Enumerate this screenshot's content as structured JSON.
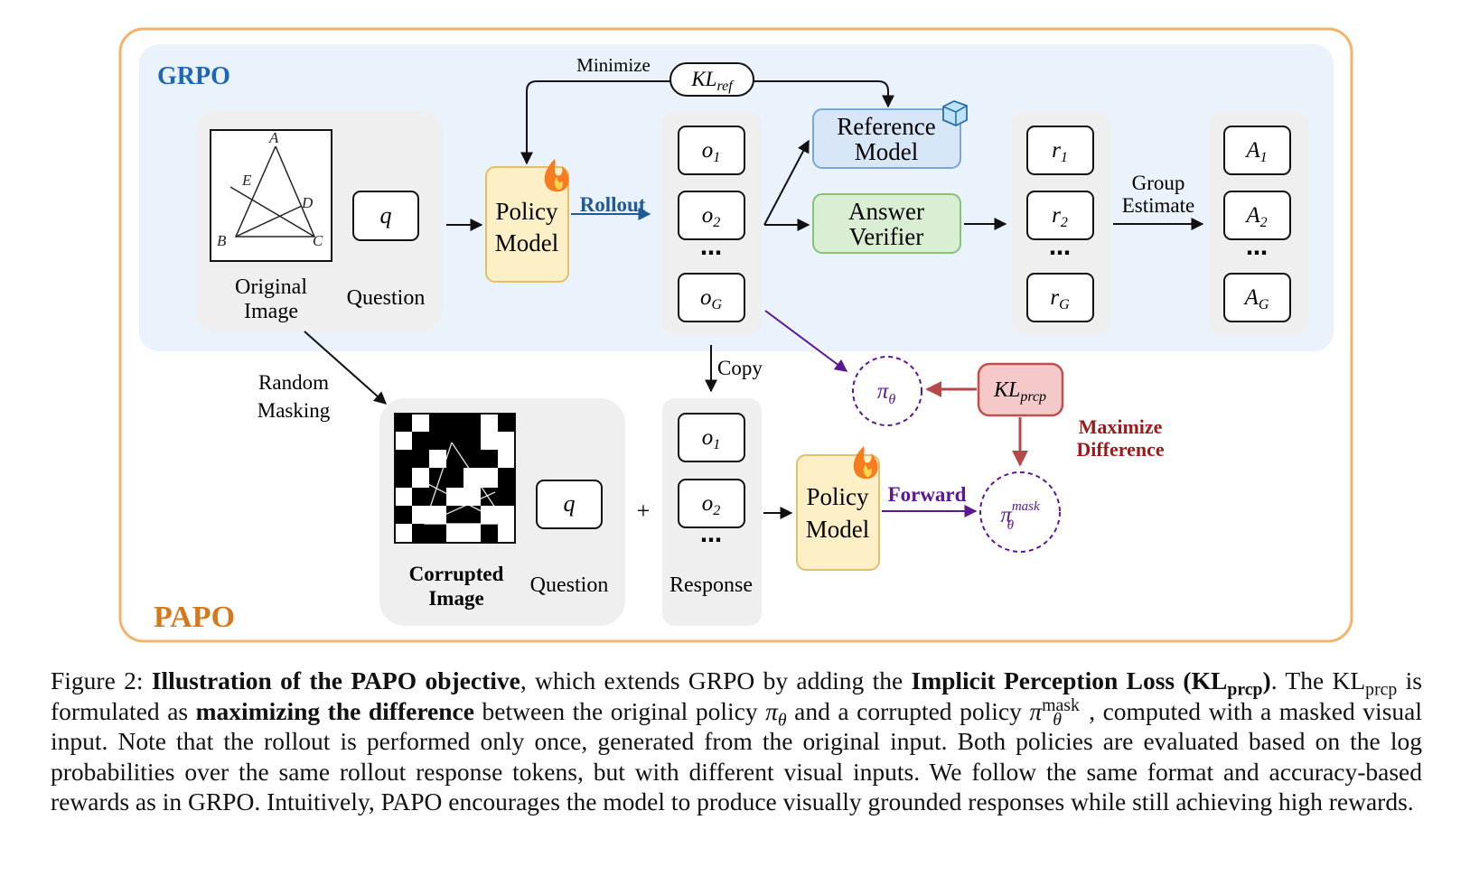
{
  "diagram": {
    "grpo_label": "GRPO",
    "papo_label": "PAPO",
    "minimize_label": "Minimize",
    "kl_ref": {
      "base": "KL",
      "sub": "ref"
    },
    "original_image_label": [
      "Original",
      "Image"
    ],
    "geometry_points": [
      "A",
      "E",
      "D",
      "B",
      "C"
    ],
    "question_label": "Question",
    "q_symbol": "q",
    "policy_model_label": [
      "Policy",
      "Model"
    ],
    "rollout_label": "Rollout",
    "outputs": [
      "o1",
      "o2",
      "oG"
    ],
    "ellipsis": "⋯",
    "reference_model_label": [
      "Reference",
      "Model"
    ],
    "answer_verifier_label": [
      "Answer",
      "Verifier"
    ],
    "rewards": [
      "r1",
      "r2",
      "rG"
    ],
    "group_estimate_label": [
      "Group",
      "Estimate"
    ],
    "advantages": [
      "A1",
      "A2",
      "AG"
    ],
    "random_masking_label": [
      "Random",
      "Masking"
    ],
    "copy_label": "Copy",
    "pi_theta": "π_θ",
    "kl_prcp": {
      "base": "KL",
      "sub": "prcp"
    },
    "maximize_difference_label": [
      "Maximize",
      "Difference"
    ],
    "corrupted_image_label": [
      "Corrupted",
      "Image"
    ],
    "plus": "+",
    "response_label": "Response",
    "forward_label": "Forward",
    "pi_theta_mask": "π_θ^mask"
  },
  "colors": {
    "frame_orange": "#f4b36b",
    "grpo_bg": "#eaf2fc",
    "grpo_text": "#1f66b8",
    "papo_text": "#d5791e",
    "policy_fill": "#fdf0c7",
    "policy_stroke": "#e2c06a",
    "ref_fill": "#d8e7f8",
    "ref_stroke": "#7ca6d6",
    "verifier_fill": "#d9eed3",
    "verifier_stroke": "#86c27a",
    "rollout_blue": "#1f5a97",
    "purple": "#5b1794",
    "kl_prcp_fill": "#f5c9c9",
    "kl_prcp_stroke": "#c0504d",
    "maximize_red": "#9c1a1a"
  },
  "caption": {
    "figure_label": "Figure 2:",
    "bold_title": "Illustration of the PAPO objective",
    "part1": ", which extends GRPO by adding the ",
    "bold_loss": "Implicit Perception Loss (KL",
    "loss_sub": "prcp",
    "loss_close": ")",
    "part2": ". The KL",
    "kl_sub": "prcp",
    "part3": " is formulated as ",
    "bold_max": "maximizing the difference",
    "part4": " between the original policy ",
    "pi": "π",
    "pi_sub": "θ",
    "part5": " and a corrupted policy ",
    "pi2": "π",
    "pi2_sup": "mask",
    "pi2_sub": "θ",
    "part6": ", computed with a masked visual input. Note that the rollout is performed only once, generated from the original input. Both policies are evaluated based on the log probabilities over the same rollout response tokens, but with different visual inputs. We follow the same format and accuracy-based rewards as in GRPO. Intuitively, PAPO encourages the model to produce visually grounded responses while still achieving high rewards."
  }
}
